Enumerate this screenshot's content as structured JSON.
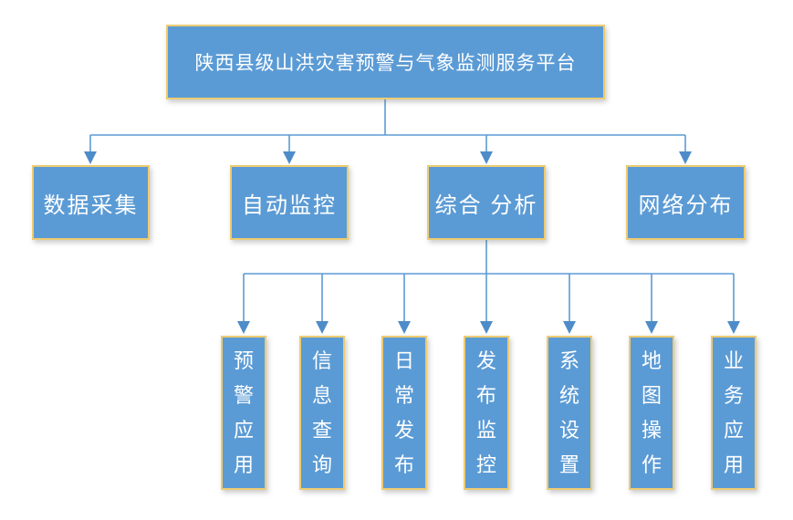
{
  "root": {
    "label": "陕西县级山洪灾害预警与气象监测服务平台"
  },
  "level2": [
    {
      "id": "data-collection",
      "label": "数据采集"
    },
    {
      "id": "auto-monitoring",
      "label": "自动监控"
    },
    {
      "id": "comprehensive-analysis",
      "label": "综合 分析"
    },
    {
      "id": "network-distribution",
      "label": "网络分布"
    }
  ],
  "level3": [
    {
      "id": "warning-application",
      "label": "预警应用"
    },
    {
      "id": "information-query",
      "label": "信息查询"
    },
    {
      "id": "daily-release",
      "label": "日常发布"
    },
    {
      "id": "release-monitoring",
      "label": "发布监控"
    },
    {
      "id": "system-settings",
      "label": "系统设置"
    },
    {
      "id": "map-operation",
      "label": "地图操作"
    },
    {
      "id": "business-application",
      "label": "业务应用"
    }
  ],
  "colors": {
    "box_fill": "#5B9BD5",
    "box_border": "#EDCB72",
    "connector_line": "#5B9BD5",
    "arrow": "#4E8CC9",
    "text": "#FFFFFF"
  }
}
